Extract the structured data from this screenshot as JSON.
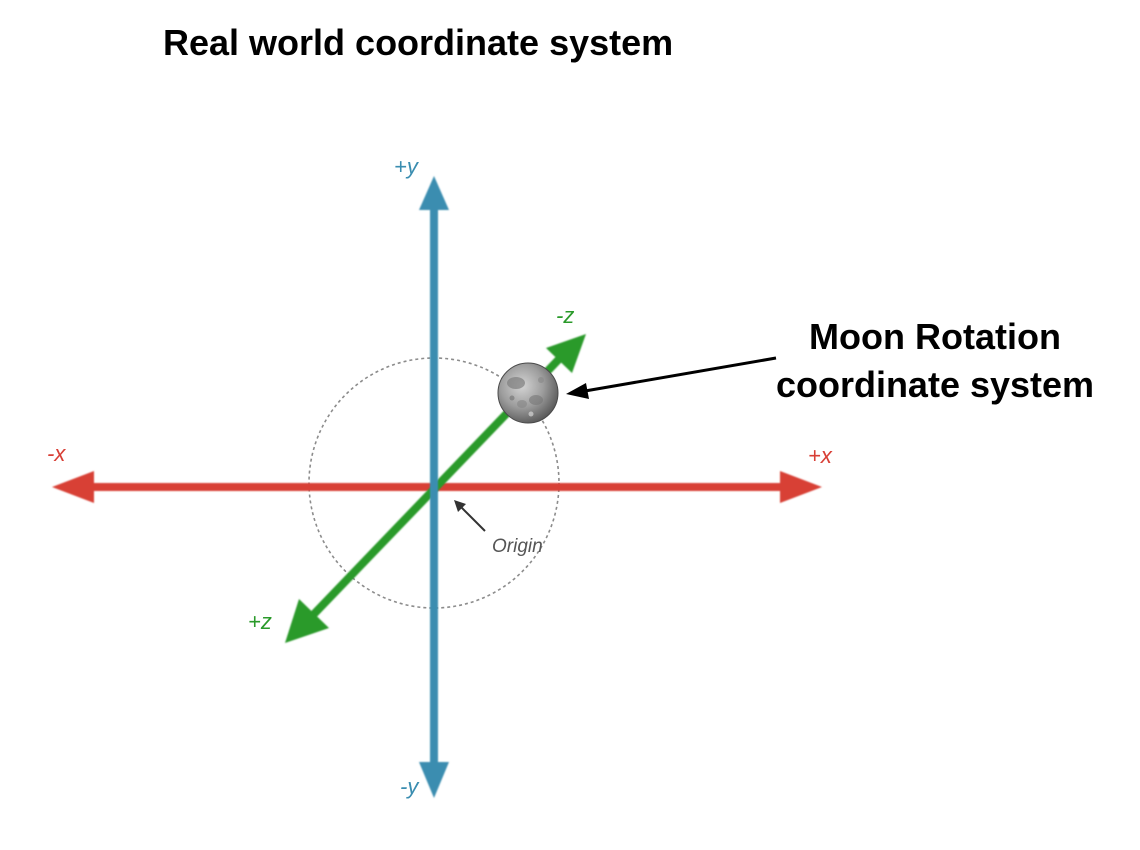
{
  "title": "Real world coordinate system",
  "axes": {
    "plus_y": "+y",
    "minus_y": "-y",
    "plus_x": "+x",
    "minus_x": "-x",
    "plus_z": "+z",
    "minus_z": "-z"
  },
  "origin_label": "Origin",
  "callout": {
    "line1": "Moon Rotation",
    "line2": "coordinate system"
  },
  "colors": {
    "y_axis": "#3a8db0",
    "x_axis": "#d83f36",
    "z_axis": "#2a9a2a",
    "orbit": "#888888"
  },
  "icons": {
    "moon": "moon-icon"
  }
}
